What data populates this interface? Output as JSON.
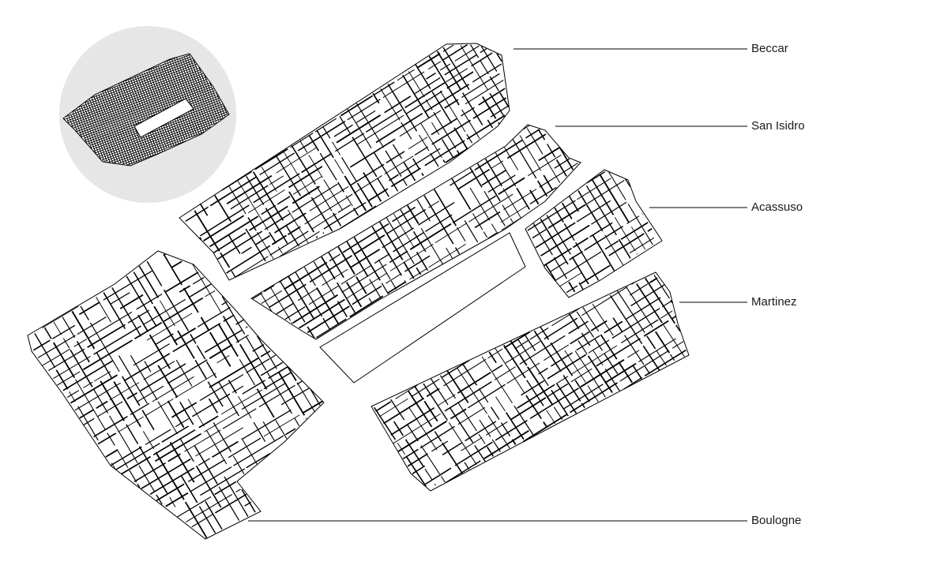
{
  "map": {
    "colors": {
      "background": "#ffffff",
      "streets": "#000000",
      "inset_circle": "#e6e6e6",
      "leader": "#000000"
    },
    "labels": {
      "beccar": "Beccar",
      "san_isidro": "San Isidro",
      "acassuso": "Acassuso",
      "martinez": "Martinez",
      "boulogne": "Boulogne"
    }
  }
}
